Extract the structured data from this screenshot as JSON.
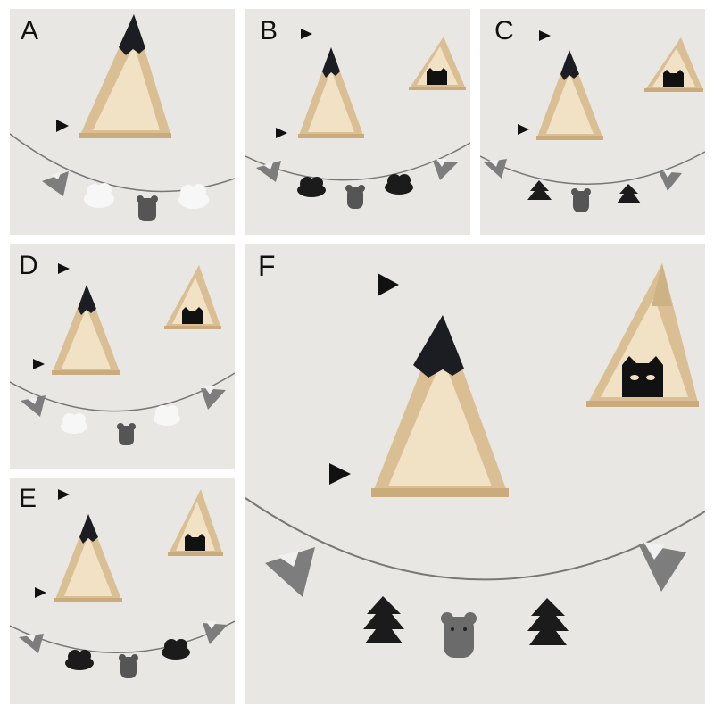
{
  "panels": [
    {
      "label": "A",
      "cut_out": "none",
      "bunting": [
        "mountain-grey",
        "cloud-white",
        "bear-grey",
        "cloud-white"
      ]
    },
    {
      "label": "B",
      "cut_out": "bat-mask",
      "bunting": [
        "mountain-grey",
        "cloud-black",
        "bear-grey",
        "cloud-black",
        "mountain-grey"
      ]
    },
    {
      "label": "C",
      "cut_out": "bat-mask",
      "bunting": [
        "mountain-grey",
        "tree-black",
        "bear-grey",
        "tree-black",
        "mountain-grey"
      ]
    },
    {
      "label": "D",
      "cut_out": "bat-mask",
      "bunting": [
        "mountain-grey",
        "cloud-white",
        "bear-grey",
        "cloud-white",
        "mountain-grey"
      ]
    },
    {
      "label": "E",
      "cut_out": "bat-mask",
      "bunting": [
        "mountain-grey",
        "cloud-black",
        "bear-grey",
        "cloud-black",
        "mountain-grey"
      ]
    },
    {
      "label": "F",
      "cut_out": "bat-mask",
      "bunting": [
        "mountain-grey",
        "tree-black",
        "bear-grey",
        "tree-black",
        "mountain-grey"
      ]
    }
  ],
  "colors": {
    "wall": "#e9e7e3",
    "wood": "#e2c9a0",
    "wood_inner": "#f1e2c6",
    "peak": "#1c1d22",
    "felt_grey": "#7d7d7d",
    "felt_white": "#f7f7f7",
    "felt_black": "#1b1b1b",
    "string": "#6a6a6a"
  }
}
